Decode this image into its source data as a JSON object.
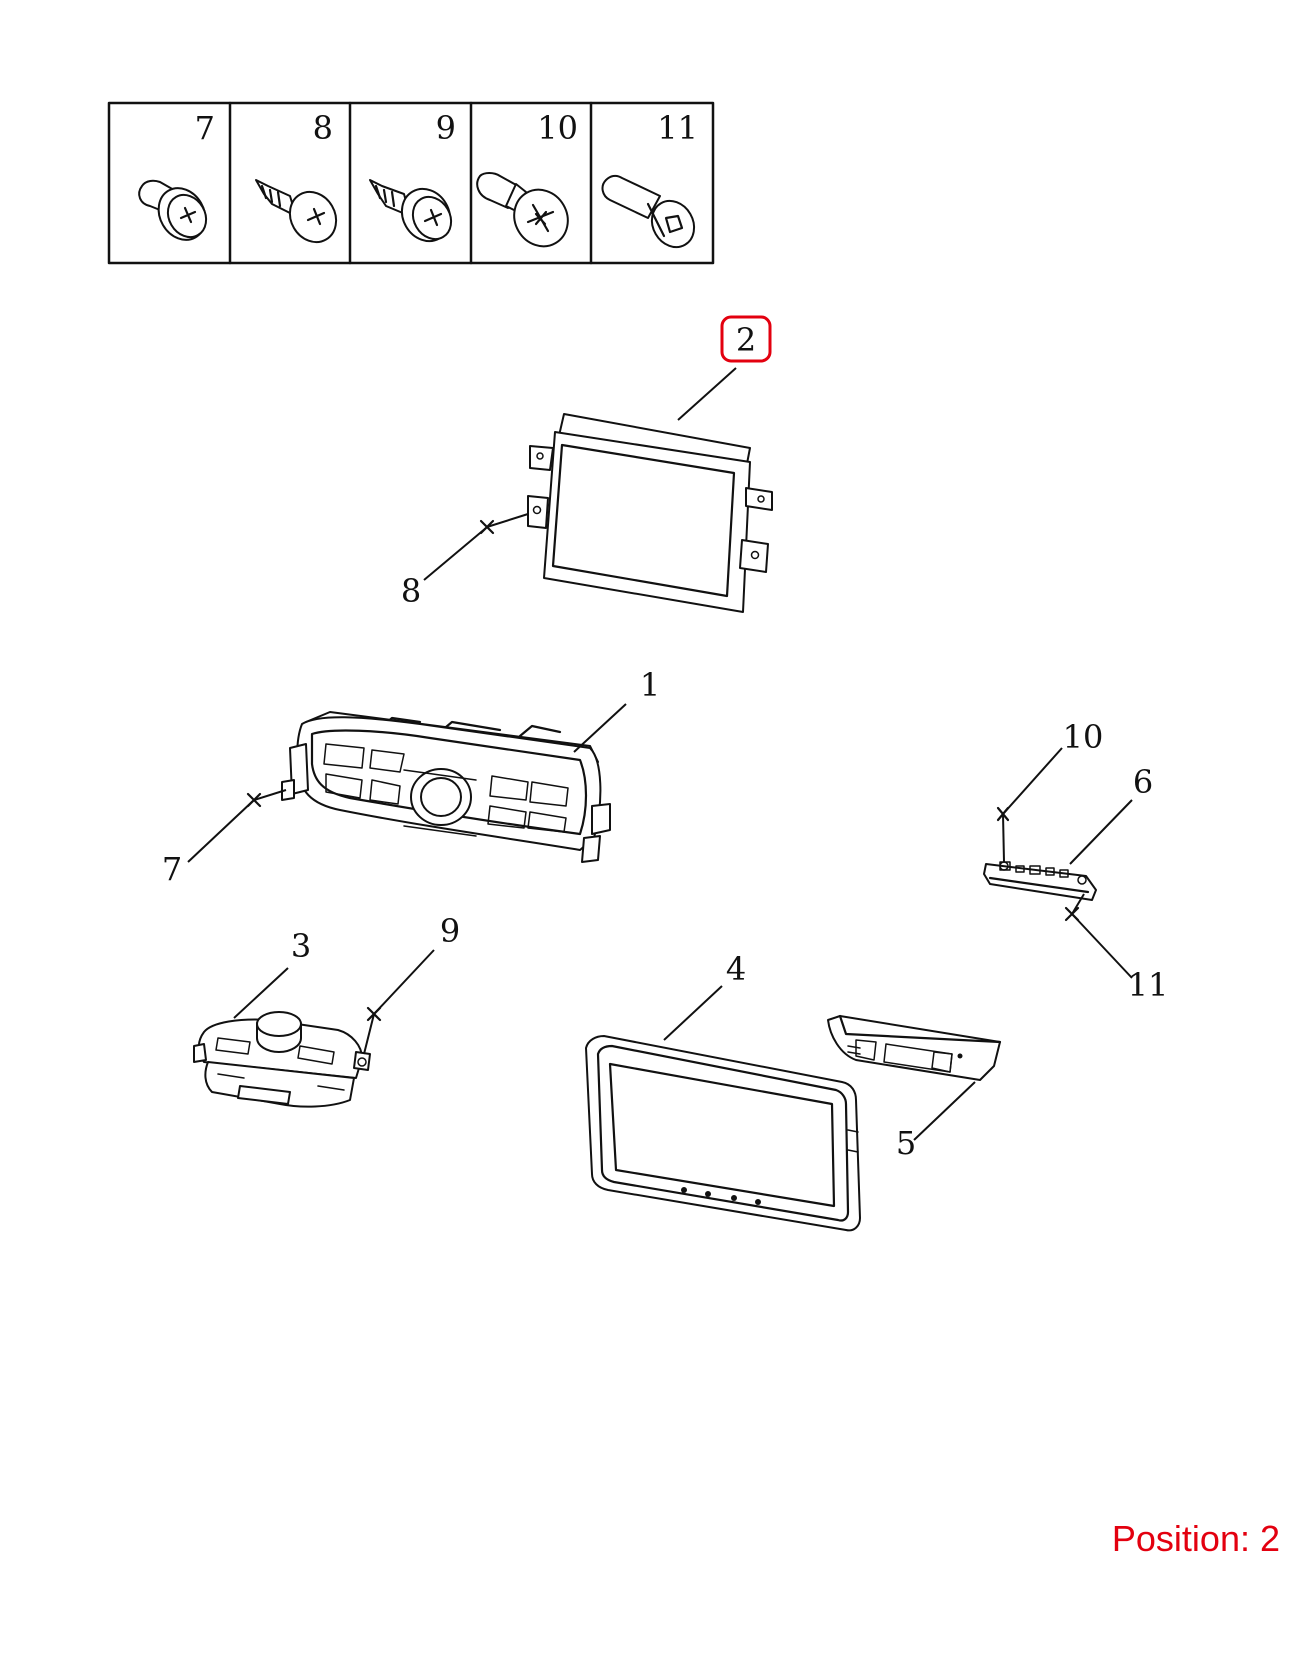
{
  "legend": {
    "fasteners": [
      {
        "number": "7",
        "icon": "pan-head-phillips-screw-with-washer-icon"
      },
      {
        "number": "8",
        "icon": "self-tapping-pan-head-screw-icon"
      },
      {
        "number": "9",
        "icon": "self-tapping-screw-with-washer-icon"
      },
      {
        "number": "10",
        "icon": "countersunk-flange-screw-icon"
      },
      {
        "number": "11",
        "icon": "socket-head-cap-screw-icon"
      }
    ]
  },
  "callouts": {
    "c2": "2",
    "c8_top": "8",
    "c1": "1",
    "c7_left": "7",
    "c10": "10",
    "c6": "6",
    "c11": "11",
    "c3": "3",
    "c9": "9",
    "c4": "4",
    "c5": "5"
  },
  "highlight": {
    "callout": "2",
    "color": "#e3000f"
  },
  "position_label": "Position: 2",
  "colors": {
    "line": "#111111",
    "highlight": "#e3000f",
    "background": "#ffffff"
  }
}
